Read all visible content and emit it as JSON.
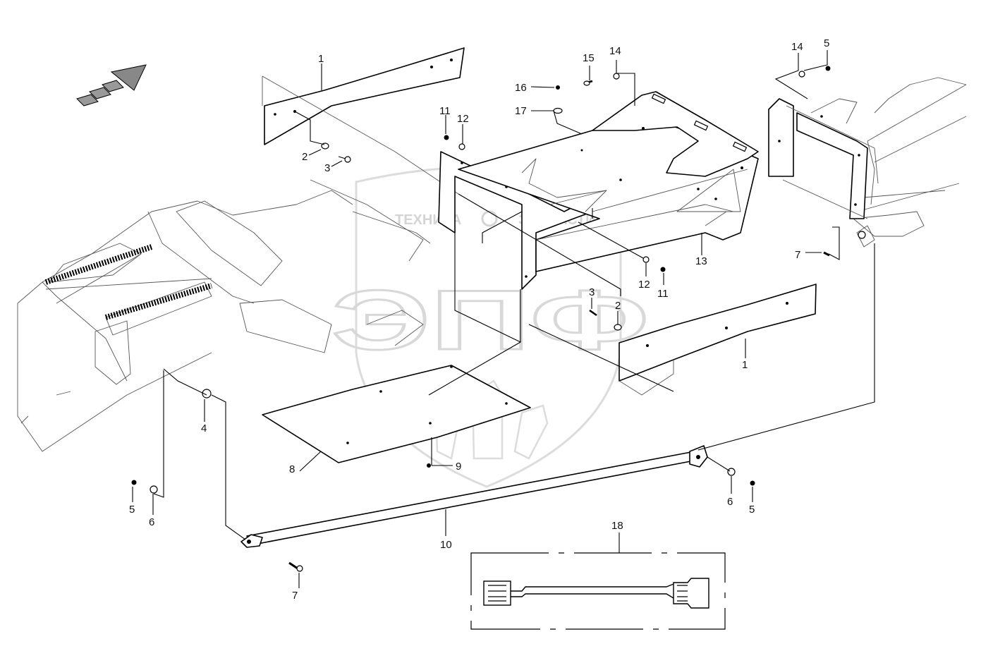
{
  "watermark": {
    "brand_left": "ТЕХНИКА",
    "brand_right": "ЗАПЧАСТИ",
    "monogram": "ЭПФ"
  },
  "callouts": [
    {
      "id": "c1a",
      "text": "1"
    },
    {
      "id": "c1b",
      "text": "1"
    },
    {
      "id": "c2a",
      "text": "2"
    },
    {
      "id": "c2b",
      "text": "2"
    },
    {
      "id": "c3a",
      "text": "3"
    },
    {
      "id": "c3b",
      "text": "3"
    },
    {
      "id": "c4",
      "text": "4"
    },
    {
      "id": "c5a",
      "text": "5"
    },
    {
      "id": "c5b",
      "text": "5"
    },
    {
      "id": "c5c",
      "text": "5"
    },
    {
      "id": "c6a",
      "text": "6"
    },
    {
      "id": "c6b",
      "text": "6"
    },
    {
      "id": "c7a",
      "text": "7"
    },
    {
      "id": "c7b",
      "text": "7"
    },
    {
      "id": "c8",
      "text": "8"
    },
    {
      "id": "c9",
      "text": "9"
    },
    {
      "id": "c10",
      "text": "10"
    },
    {
      "id": "c11a",
      "text": "11"
    },
    {
      "id": "c11b",
      "text": "11"
    },
    {
      "id": "c12a",
      "text": "12"
    },
    {
      "id": "c12b",
      "text": "12"
    },
    {
      "id": "c13",
      "text": "13"
    },
    {
      "id": "c14a",
      "text": "14"
    },
    {
      "id": "c14b",
      "text": "14"
    },
    {
      "id": "c15",
      "text": "15"
    },
    {
      "id": "c16",
      "text": "16"
    },
    {
      "id": "c17",
      "text": "17"
    },
    {
      "id": "c18",
      "text": "18"
    }
  ]
}
